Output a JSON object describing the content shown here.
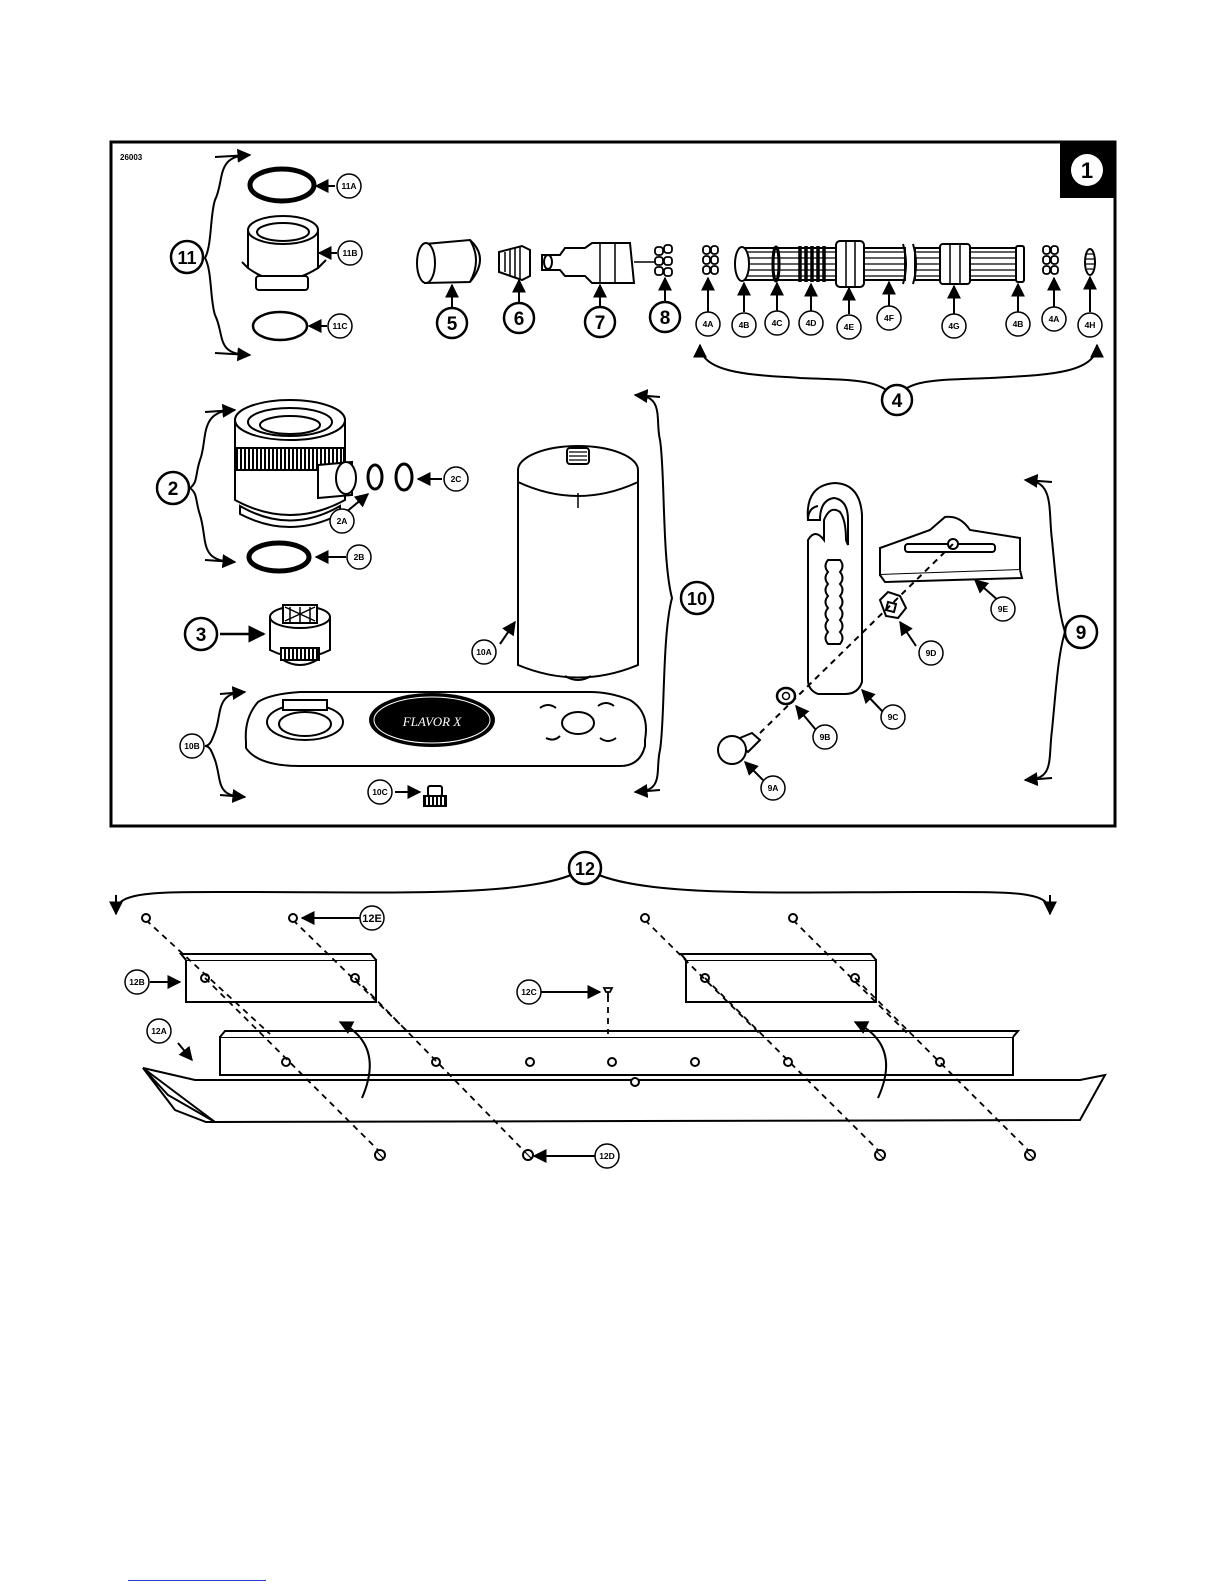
{
  "figure": {
    "code": "26003",
    "panel_number": "1"
  },
  "callouts": {
    "c11": "11",
    "c11A": "11A",
    "c11B": "11B",
    "c11C": "11C",
    "c5": "5",
    "c6": "6",
    "c7": "7",
    "c8": "8",
    "c4": "4",
    "c4A1": "4A",
    "c4B1": "4B",
    "c4C": "4C",
    "c4D": "4D",
    "c4E": "4E",
    "c4F": "4F",
    "c4G": "4G",
    "c4B2": "4B",
    "c4A2": "4A",
    "c4H": "4H",
    "c2": "2",
    "c2A": "2A",
    "c2B": "2B",
    "c2C": "2C",
    "c3": "3",
    "c10": "10",
    "c10A": "10A",
    "c10B": "10B",
    "c10C": "10C",
    "c9": "9",
    "c9A": "9A",
    "c9B": "9B",
    "c9C": "9C",
    "c9D": "9D",
    "c9E": "9E",
    "c12": "12",
    "c12A": "12A",
    "c12B": "12B",
    "c12C": "12C",
    "c12D": "12D",
    "c12E": "12E"
  },
  "base_logo_text": "FLAVOR X"
}
